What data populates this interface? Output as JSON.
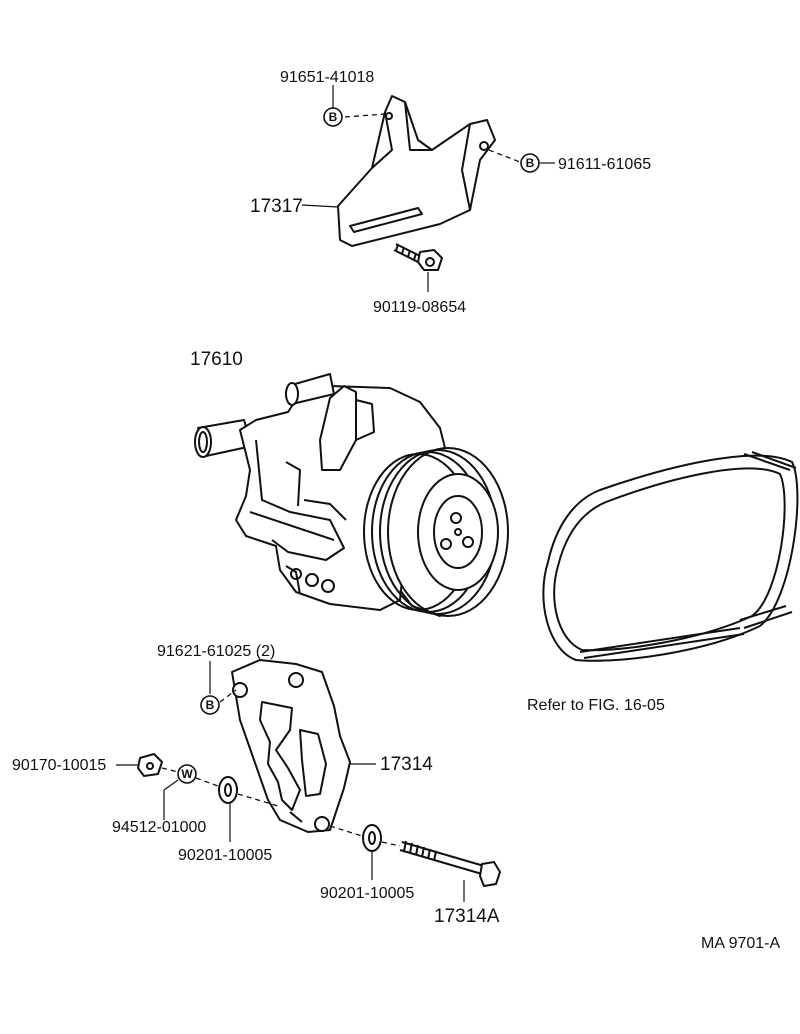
{
  "diagram": {
    "part_numbers": {
      "p91651": "91651-41018",
      "p91611": "91611-61065",
      "p17317": "17317",
      "p90119": "90119-08654",
      "p17610": "17610",
      "p91621": "91621-61025 (2)",
      "p17314": "17314",
      "p90170": "90170-10015",
      "p94512": "94512-01000",
      "p90201a": "90201-10005",
      "p90201b": "90201-10005",
      "p17314A": "17314A"
    },
    "markers": {
      "bolt": "B",
      "washer": "W"
    },
    "refer_note": "Refer to FIG. 16-05",
    "figure_id": "MA  9701-A"
  }
}
